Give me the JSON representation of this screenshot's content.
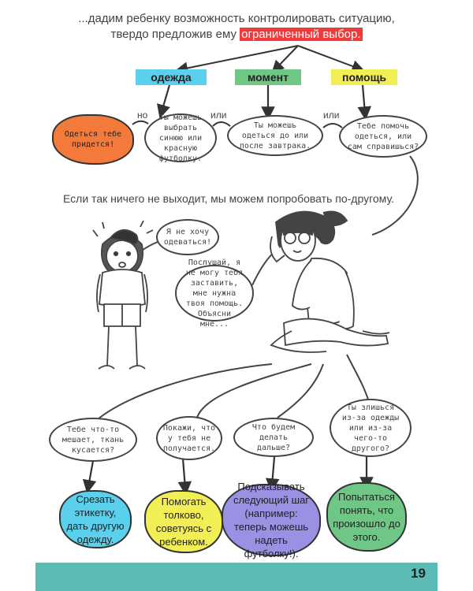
{
  "intro": {
    "line1": "...дадим ребенку возможность контролировать ситуацию,",
    "line2": "твердо предложив ему",
    "highlight": "ограниченный выбор."
  },
  "categories": [
    {
      "label": "одежда",
      "color": "#5ad0ec"
    },
    {
      "label": "момент",
      "color": "#6fc785"
    },
    {
      "label": "помощь",
      "color": "#f2ee55"
    }
  ],
  "connectors": {
    "no": "но",
    "or1": "или",
    "or2": "или"
  },
  "top_bubbles": {
    "must": "Одеться тебе придется!",
    "tshirt": "Ты можешь выбрать синюю или красную футболку.",
    "time": "Ты можешь одеться до или после завтрака.",
    "help": "Тебе помочь одеться, или сам справишься?"
  },
  "middle_text": "Если так ничего не выходит, мы можем попробовать по-другому.",
  "speech": {
    "child": "Я не хочу одеваться!",
    "adult": "Послушай, я не могу тебя заставить, мне нужна твоя помощь. Объясни мне..."
  },
  "questions": [
    "Тебе что-то мешает, ткань кусается?",
    "Покажи, что у тебя не получается.",
    "Что будем делать дальше?",
    "Ты злишься из-за одежды или из-за чего-то другого?"
  ],
  "answers": [
    {
      "text": "Срезать этикетку, дать другую одежду.",
      "color": "#5ad0ec"
    },
    {
      "text": "Помогать толково, советуясь с ребенком.",
      "color": "#f2ee55"
    },
    {
      "text": "Подсказывать следующий шаг (например: теперь можешь надеть футболку!).",
      "color": "#9a90e4"
    },
    {
      "text": "Попытаться понять, что произошло до этого.",
      "color": "#6fc785"
    }
  ],
  "colors": {
    "orange": "#f47a3c",
    "footer": "#5cbcb5",
    "highlight": "#ef3b3b"
  },
  "page_number": "19"
}
